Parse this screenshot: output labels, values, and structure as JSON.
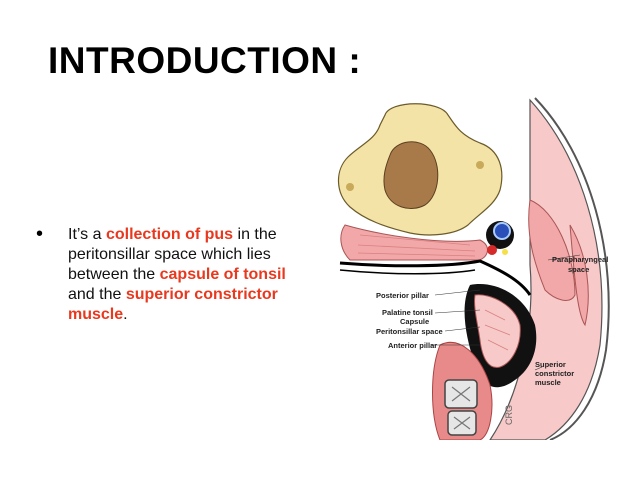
{
  "slide": {
    "title": "INTRODUCTION :",
    "bullet": {
      "symbol": "•",
      "text_parts": [
        {
          "text": " It’s a ",
          "emphasis": false
        },
        {
          "text": "collection of pus",
          "emphasis": true
        },
        {
          "text": " in the peritonsillar space which lies between the ",
          "emphasis": false
        },
        {
          "text": "capsule of tonsil",
          "emphasis": true
        },
        {
          "text": " and the ",
          "emphasis": false
        },
        {
          "text": "superior constrictor muscle",
          "emphasis": true
        },
        {
          "text": ".",
          "emphasis": false
        }
      ]
    },
    "figure": {
      "labels": {
        "parapharyngeal_1": "Parapharyngeal",
        "parapharyngeal_2": "space",
        "posterior_pillar": "Posterior pillar",
        "palatine_1": "Palatine tonsil",
        "palatine_2": "Capsule",
        "peritonsillar": "Peritonsillar space",
        "anterior_pillar": "Anterior pillar",
        "superior_1": "Superior",
        "superior_2": "constrictor",
        "superior_3": "muscle",
        "signature": "CRG"
      }
    },
    "colors": {
      "emphasis": "#e8391f",
      "bone": "#f3e3a6",
      "muscle": "#f2a8a8",
      "vessel_blue": "#2a4fb8",
      "vessel_red": "#d42a2a"
    }
  }
}
